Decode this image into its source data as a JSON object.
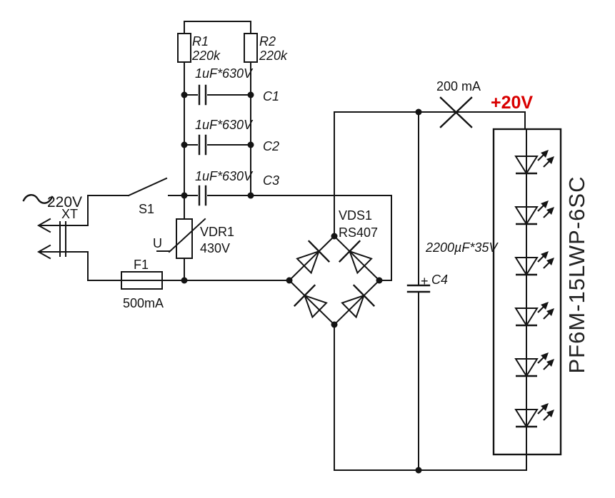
{
  "schematic": {
    "description": "LED lamp power supply circuit diagram",
    "colors": {
      "wire": "#141414",
      "highlight": "#d90000",
      "background": "#ffffff"
    }
  },
  "power_input": {
    "ac_symbol": "~",
    "voltage": "220V",
    "connector": "XT"
  },
  "switch_s1": {
    "designator": "S1"
  },
  "fuse_f1": {
    "designator": "F1",
    "rating": "500mA"
  },
  "resistor_r1": {
    "designator": "R1",
    "value": "220k"
  },
  "resistor_r2": {
    "designator": "R2",
    "value": "220k"
  },
  "capacitor_c1": {
    "designator": "C1",
    "value": "1uF*630V"
  },
  "capacitor_c2": {
    "designator": "C2",
    "value": "1uF*630V"
  },
  "capacitor_c3": {
    "designator": "C3",
    "value": "1uF*630V"
  },
  "varistor_vdr1": {
    "designator": "VDR1",
    "value": "430V",
    "symbol_label": "U"
  },
  "bridge_vds1": {
    "designator": "VDS1",
    "part": "RS407"
  },
  "capacitor_c4": {
    "designator": "C4",
    "value": "2200µF*35V",
    "polarity": "+"
  },
  "output": {
    "current": "200 mA",
    "voltage": "+20V"
  },
  "led_module": {
    "part": "PF6M-15LWP-6SC",
    "led_count": 6
  }
}
